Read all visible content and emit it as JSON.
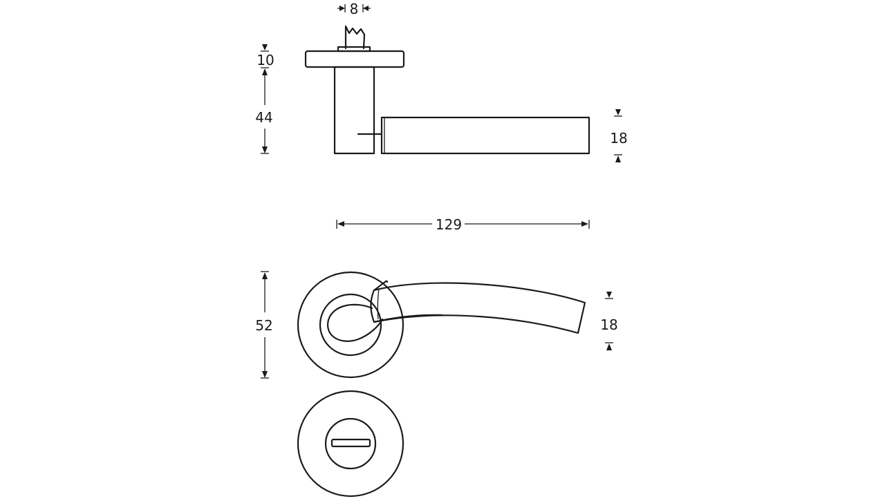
{
  "dimensions": {
    "spindle": "8",
    "rose_thickness": "10",
    "rose_to_lever_height": "44",
    "lever_thickness_side": "18",
    "lever_length": "129",
    "rose_diameter": "52",
    "lever_thickness_top": "18"
  },
  "views": [
    "side-view",
    "top-view",
    "turn-release-rose"
  ],
  "line_color": "#1a1a1a",
  "background": "#ffffff"
}
